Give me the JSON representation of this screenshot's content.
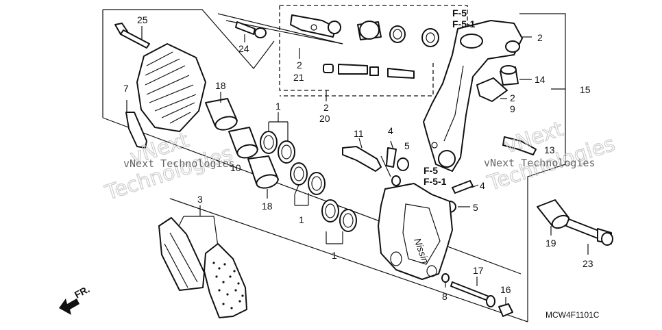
{
  "diagram": {
    "code": "MCW4F1101C",
    "direction_label": "FR.",
    "ref_labels": [
      "F-5",
      "F-5-1"
    ],
    "callouts": {
      "c25": "25",
      "c24": "24",
      "c2a": "2",
      "c21": "21",
      "c2b": "2",
      "c20": "20",
      "c2c": "2",
      "c14": "14",
      "c2d": "2",
      "c9": "9",
      "c15": "15",
      "c7": "7",
      "c18a": "18",
      "c1a": "1",
      "c10": "10",
      "c18b": "18",
      "c1b": "1",
      "c1c": "1",
      "c11": "11",
      "c4a": "4",
      "c5a": "5",
      "c4b": "4",
      "c5b": "5",
      "c3": "3",
      "c17": "17",
      "c16": "16",
      "c8": "8",
      "c19": "19",
      "c23": "23",
      "c13": "13"
    },
    "watermark": {
      "text_small": "vNext Technologies",
      "text_large_line1": "vNext",
      "text_large_line2": "Technologies"
    }
  }
}
